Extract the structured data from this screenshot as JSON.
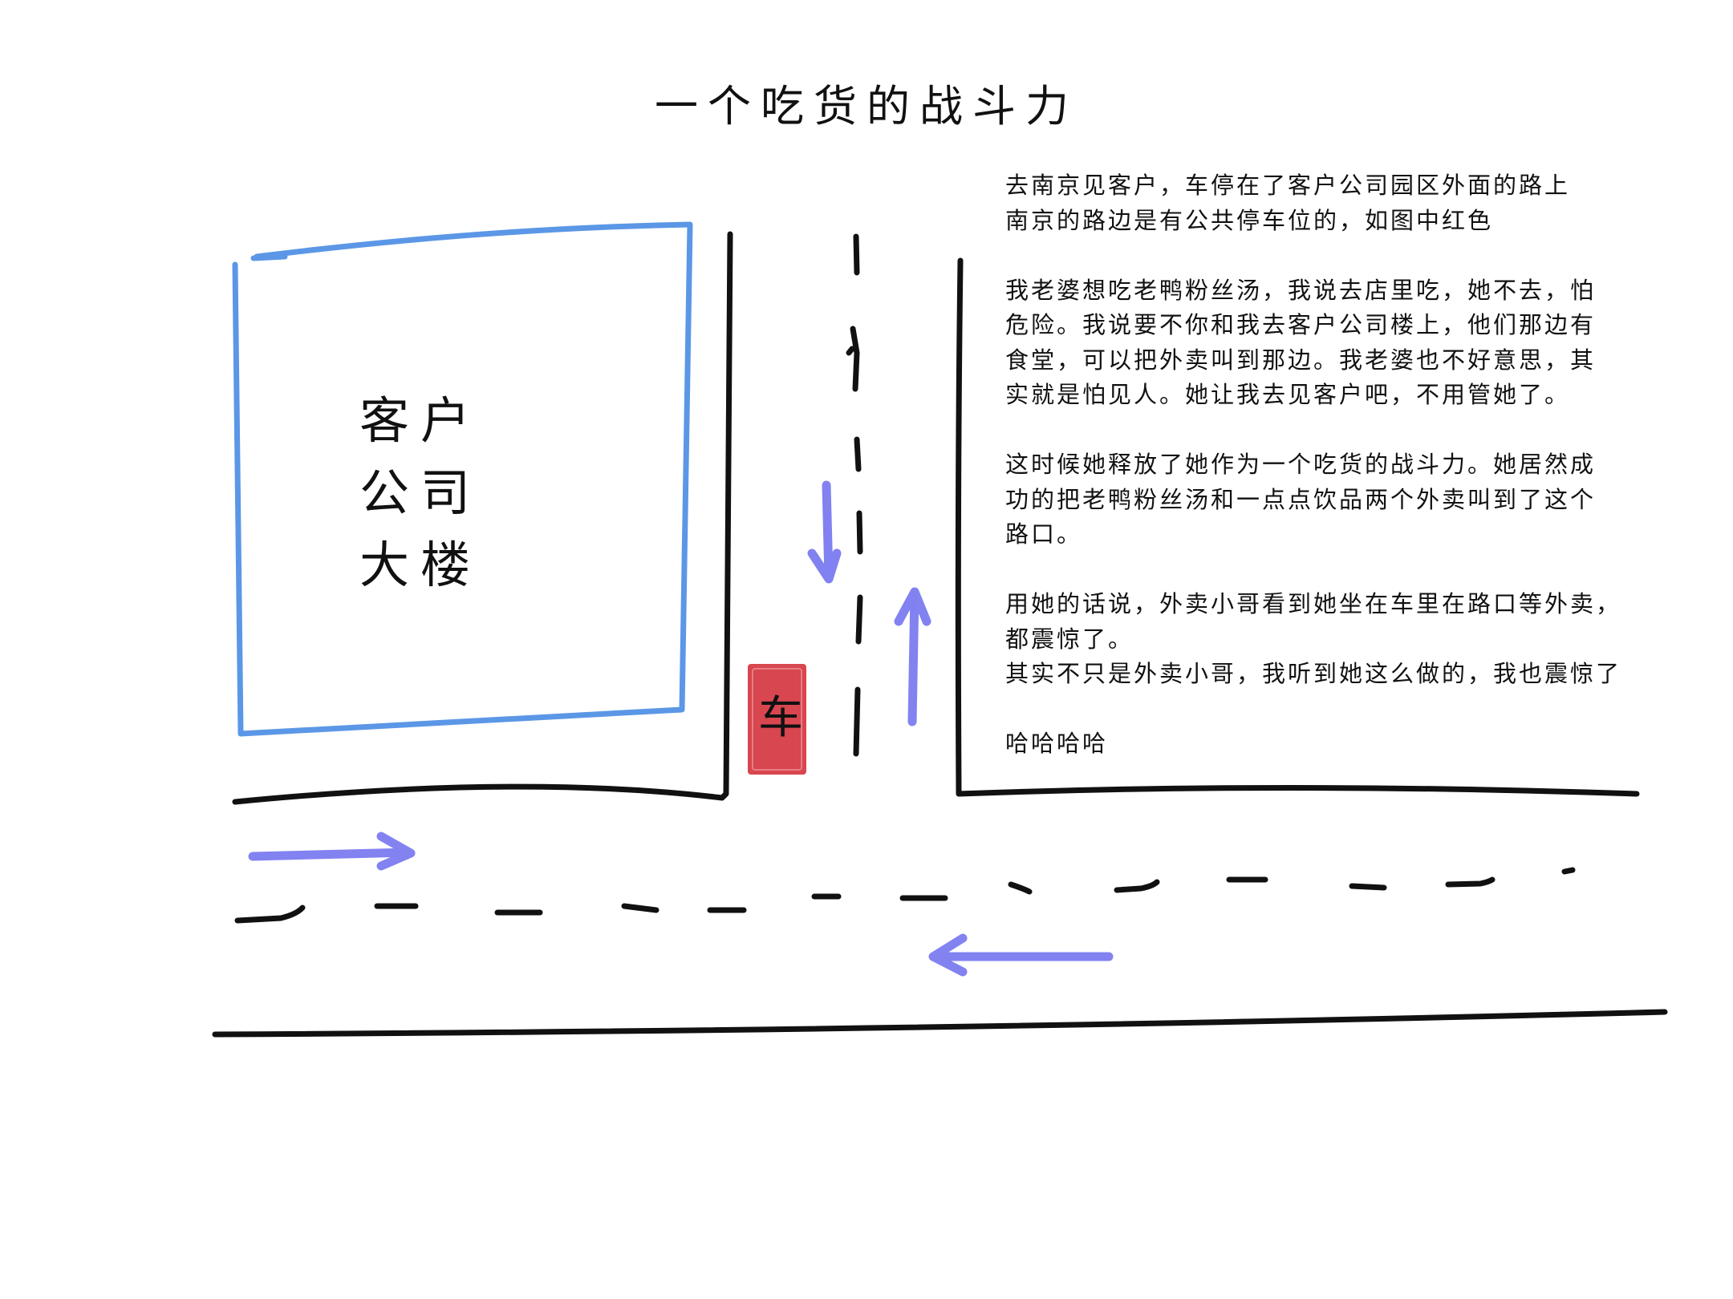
{
  "title": "一个吃货的战斗力",
  "diagram": {
    "building_label_lines": [
      "客户",
      "公司",
      "大楼"
    ],
    "car_label": "车",
    "colors": {
      "building_outline": "#5b97e6",
      "car_fill": "#d8464f",
      "arrow": "#7474f0",
      "road": "#111111"
    }
  },
  "story": {
    "paragraphs": [
      [
        "去南京见客户，车停在了客户公司园区外面的路上",
        "南京的路边是有公共停车位的，如图中红色"
      ],
      [
        "我老婆想吃老鸭粉丝汤，我说去店里吃，她不去，怕",
        "危险。我说要不你和我去客户公司楼上，他们那边有",
        "食堂，可以把外卖叫到那边。我老婆也不好意思，其",
        "实就是怕见人。她让我去见客户吧，不用管她了。"
      ],
      [
        "这时候她释放了她作为一个吃货的战斗力。她居然成",
        "功的把老鸭粉丝汤和一点点饮品两个外卖叫到了这个",
        "路口。"
      ],
      [
        "用她的话说，外卖小哥看到她坐在车里在路口等外卖，",
        "都震惊了。",
        "其实不只是外卖小哥，我听到她这么做的，我也震惊了"
      ],
      [
        "哈哈哈哈"
      ]
    ]
  }
}
